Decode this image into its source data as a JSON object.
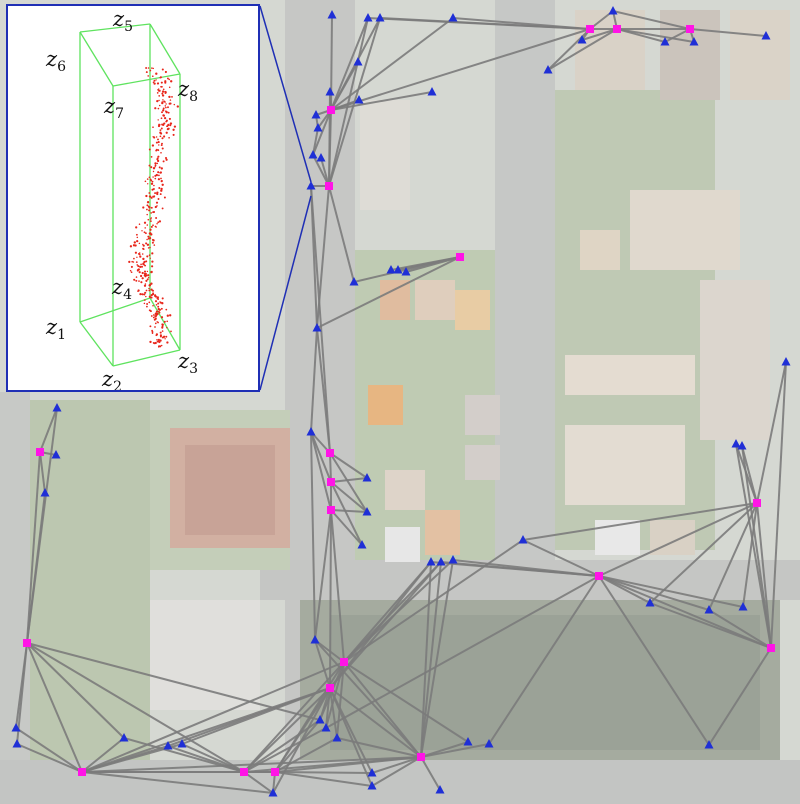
{
  "inset": {
    "labels": [
      {
        "id": "z5",
        "base": "z",
        "sub": "5"
      },
      {
        "id": "z6",
        "base": "z",
        "sub": "6"
      },
      {
        "id": "z7",
        "base": "z",
        "sub": "7"
      },
      {
        "id": "z8",
        "base": "z",
        "sub": "8"
      },
      {
        "id": "z4",
        "base": "z",
        "sub": "4"
      },
      {
        "id": "z1",
        "base": "z",
        "sub": "1"
      },
      {
        "id": "z2",
        "base": "z",
        "sub": "2"
      },
      {
        "id": "z3",
        "base": "z",
        "sub": "3"
      }
    ]
  },
  "colors": {
    "box_edges": "#5fe35f",
    "point_cloud": "#e8261b",
    "inset_border": "#1f2fb5",
    "graph_edges": "#7b7b7b",
    "square_nodes": "#ff14e6",
    "triangle_nodes": "#1f2fd6"
  },
  "legend_shapes": {
    "square": "magenta-square-node",
    "triangle": "blue-triangle-node"
  }
}
